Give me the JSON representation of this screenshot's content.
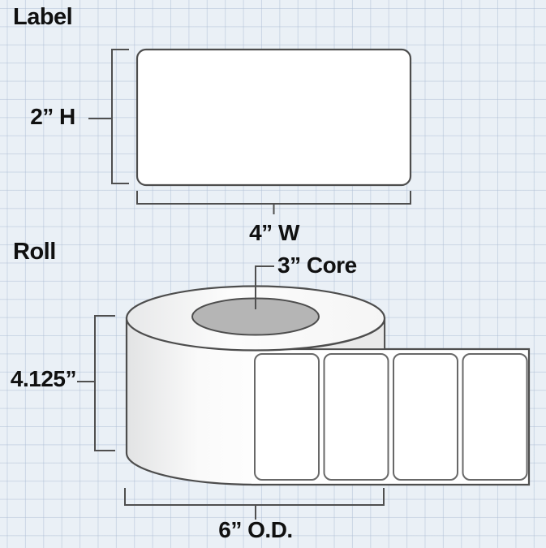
{
  "sections": {
    "label": {
      "heading": "Label",
      "height_label": "2” H",
      "width_label": "4” W"
    },
    "roll": {
      "heading": "Roll",
      "core_label": "3” Core",
      "width_label": "4.125”",
      "od_label": "6” O.D."
    }
  },
  "strip": {
    "visible_label_count": 4
  },
  "colors": {
    "background": "#eaf0f6",
    "grid_line": "#adbdd4",
    "outline": "#4d4d4d",
    "dimension_line": "#4f4f4f",
    "text": "#101010",
    "label_fill": "#ffffff",
    "core_fill": "#b5b5b5",
    "roll_shadow": "#e9e9e9"
  }
}
